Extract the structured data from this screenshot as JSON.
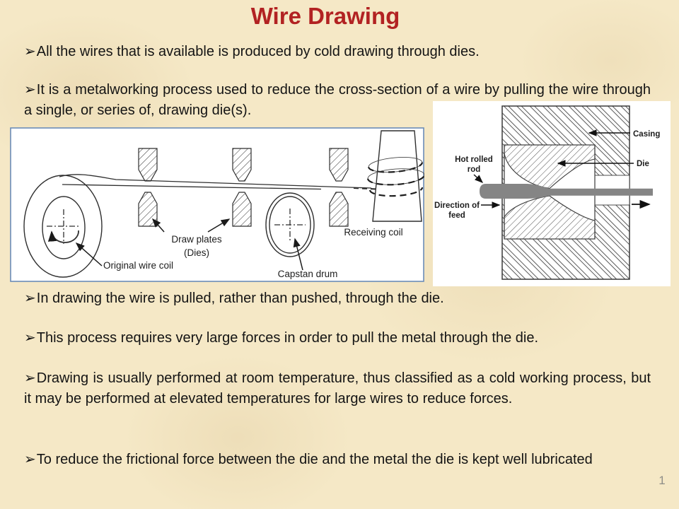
{
  "slide": {
    "title": "Wire Drawing",
    "bullet_glyph": "➢",
    "bullets": [
      {
        "text": "All the wires that is available is produced by cold drawing through dies."
      },
      {
        "text": "It is a metalworking process used to reduce the cross-section of a wire by pulling the wire through a single, or series of, drawing die(s)."
      },
      {
        "text": "In drawing the wire is pulled, rather than pushed, through the die."
      },
      {
        "text": "This process requires very large forces in order to pull the metal through the die."
      },
      {
        "text": "Drawing is usually performed at room temperature, thus classified as a cold working process, but it may be performed at elevated temperatures for large wires to reduce forces."
      },
      {
        "text": "To reduce the frictional force between the die and the metal the die is kept well lubricated"
      }
    ],
    "page_number": "1",
    "colors": {
      "title_red": "#b22222",
      "background_cream": "#f5e8c6",
      "figure_frame_blue": "#6b8cb8",
      "rod_gray": "#858585"
    }
  },
  "figures": {
    "drawing_line": {
      "labels": {
        "draw_plates_line1": "Draw plates",
        "draw_plates_line2": "(Dies)",
        "original_wire_coil": "Original wire coil",
        "capstan_drum": "Capstan drum",
        "receiving_coil": "Receiving coil"
      }
    },
    "die_section": {
      "labels": {
        "casing": "Casing",
        "die": "Die",
        "hot_rolled_line1": "Hot rolled",
        "hot_rolled_line2": "rod",
        "direction_line1": "Direction of",
        "direction_line2": "feed"
      }
    }
  }
}
